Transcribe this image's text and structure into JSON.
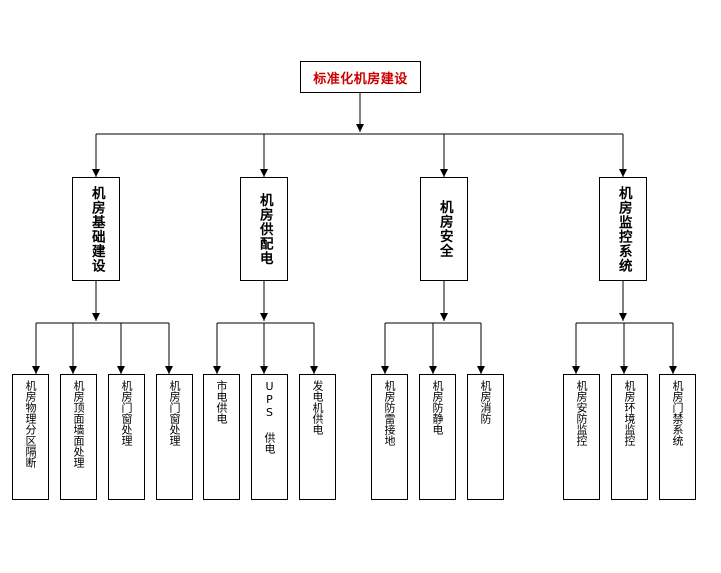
{
  "colors": {
    "root_text": "#cc0000",
    "line": "#000000",
    "text": "#000000"
  },
  "root": {
    "label": "标准化机房建设"
  },
  "groups": [
    {
      "label": "机房基础建设",
      "children": [
        "机房物理分区隔断",
        "机房顶面墙面处理",
        "机房门窗处理",
        "机房门窗处理"
      ]
    },
    {
      "label": "机房供配电",
      "children": [
        "市电供电",
        "UPS 供电",
        "发电机供电"
      ]
    },
    {
      "label": "机房安全",
      "children": [
        "机房防雷接地",
        "机房防静电",
        "机房消防"
      ]
    },
    {
      "label": "机房监控系统",
      "children": [
        "机房安防监控",
        "机房环境监控",
        "机房门禁系统"
      ]
    }
  ]
}
